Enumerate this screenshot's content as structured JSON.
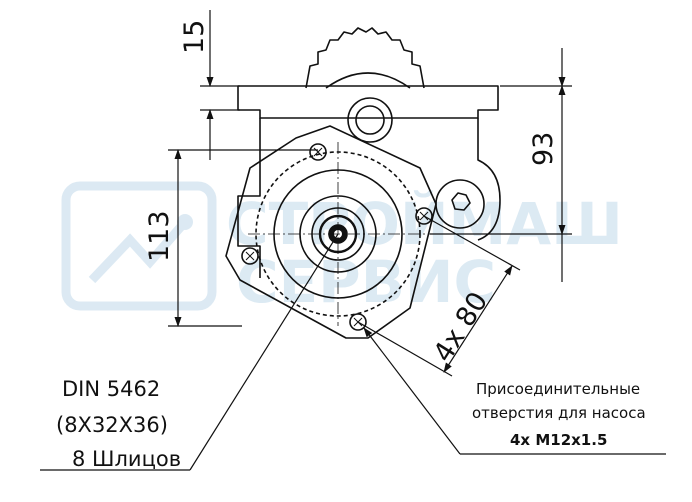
{
  "dimensions": {
    "d15": "15",
    "d93": "93",
    "d113": "113",
    "d4x80": "4x 80"
  },
  "spline_label": {
    "line1": "DIN 5462",
    "line2": "(8X32X36)",
    "line3": "8 Шлицов"
  },
  "mount_note": {
    "line1": "Присоединительные",
    "line2": "отверстия для насоса",
    "line3": "4x M12x1.5"
  },
  "watermark": {
    "line1": "СТРОЙМАШ",
    "line2": "СЕРВИС"
  },
  "colors": {
    "line": "#111111",
    "watermark": "#9cc3dd"
  }
}
